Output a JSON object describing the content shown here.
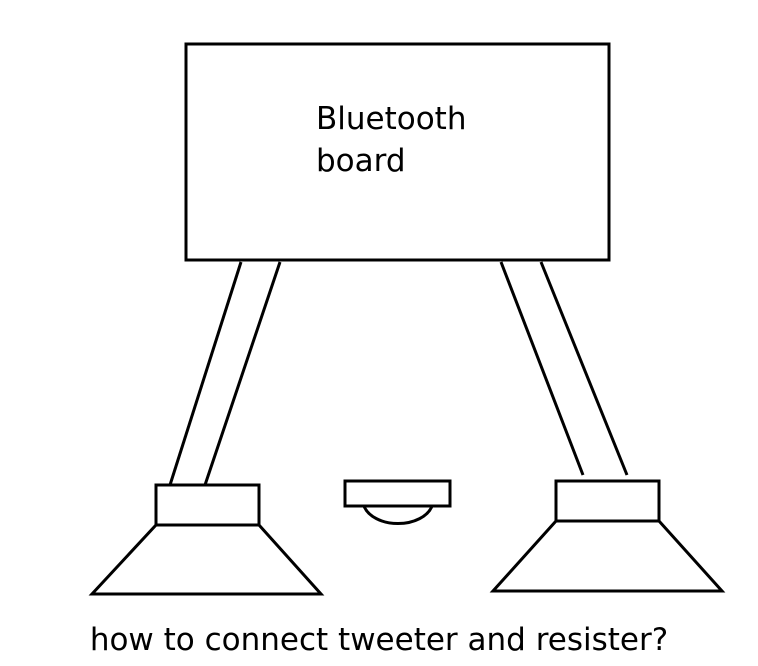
{
  "board": {
    "label_line1": "Bluetooth",
    "label_line2": "board"
  },
  "caption": "how to connect tweeter and resister?",
  "components": {
    "left_speaker": "speaker",
    "right_speaker": "speaker",
    "tweeter": "tweeter"
  },
  "colors": {
    "stroke": "#000000",
    "background": "#ffffff"
  }
}
